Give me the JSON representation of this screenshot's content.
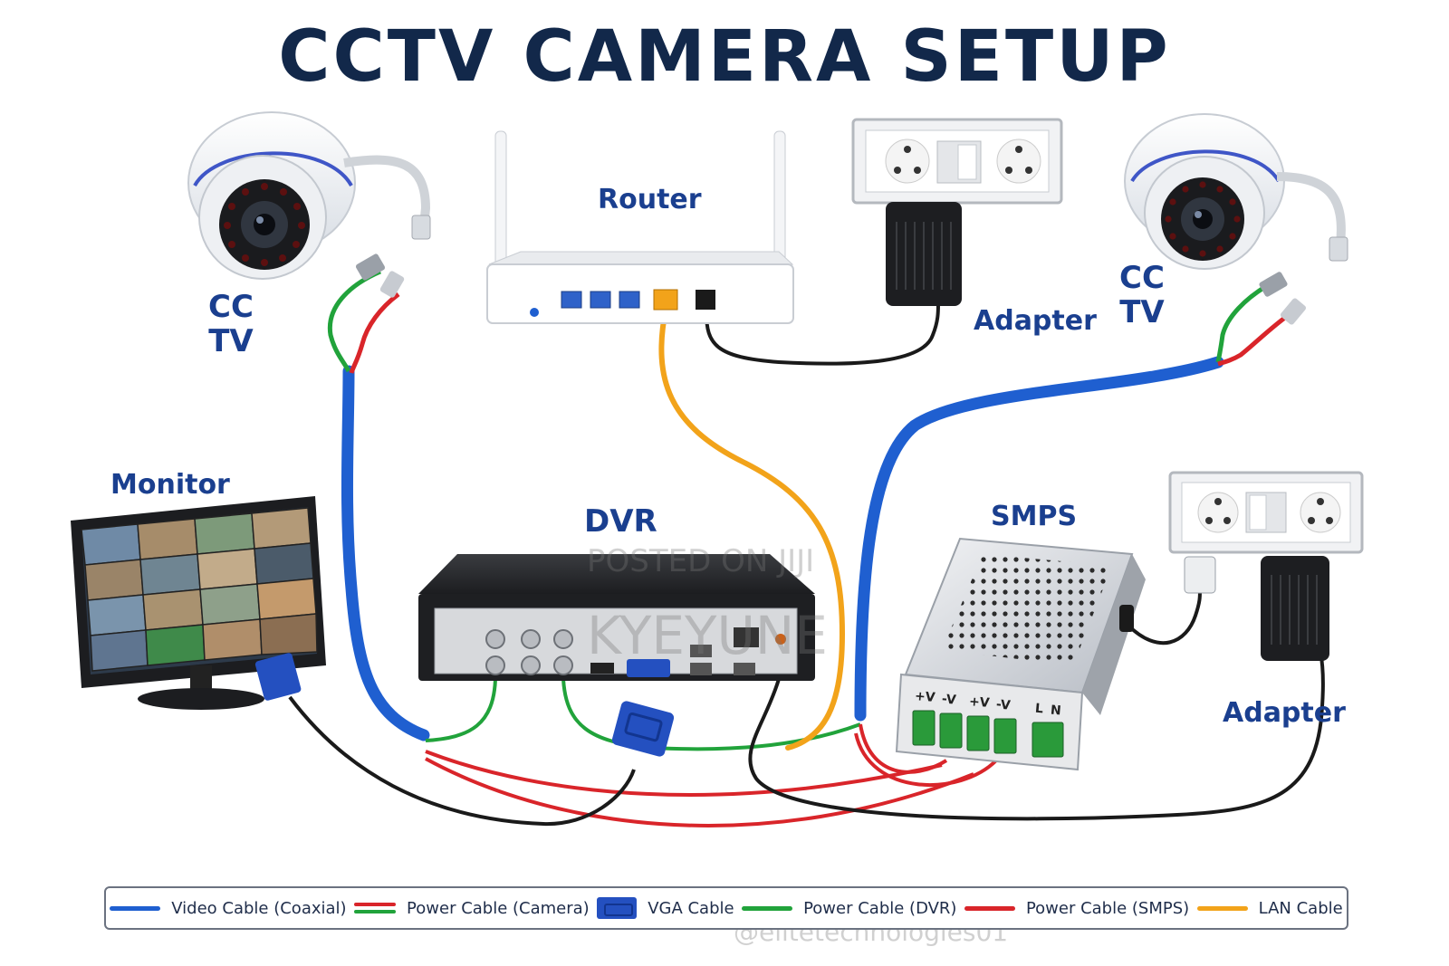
{
  "title": "CCTV CAMERA SETUP",
  "labels": {
    "cctv_left": [
      "CC",
      "TV"
    ],
    "cctv_right": [
      "CC",
      "TV"
    ],
    "router": "Router",
    "adapter_top": "Adapter",
    "adapter_bottom": "Adapter",
    "monitor": "Monitor",
    "dvr": "DVR",
    "smps": "SMPS"
  },
  "smps_terminals": [
    "+V",
    "-V",
    "+V",
    "-V",
    "L",
    "N"
  ],
  "legend": [
    {
      "label": "Video Cable (Coaxial)",
      "swatch": "line",
      "color": "#1f5fd0"
    },
    {
      "label": "Power Cable (Camera)",
      "swatch": "double",
      "colors": [
        "#d9252a",
        "#21a33b"
      ]
    },
    {
      "label": "VGA Cable",
      "swatch": "vga",
      "color": "#2450c0"
    },
    {
      "label": "Power Cable (DVR)",
      "swatch": "line",
      "color": "#21a33b"
    },
    {
      "label": "Power Cable (SMPS)",
      "swatch": "line",
      "color": "#d9252a"
    },
    {
      "label": "LAN Cable",
      "swatch": "line",
      "color": "#f2a31a"
    }
  ],
  "watermarks": {
    "posted": "POSTED ON JIJI",
    "seller": "KYEYUNE",
    "handle": "@elitetechnologies01"
  },
  "colors": {
    "coax": "#1f5fd0",
    "power_red": "#d9252a",
    "power_green": "#21a33b",
    "lan": "#f2a31a",
    "black_cable": "#1a1a1a",
    "vga": "#2450c0",
    "title": "#12284a",
    "label": "#1a3f8f"
  }
}
